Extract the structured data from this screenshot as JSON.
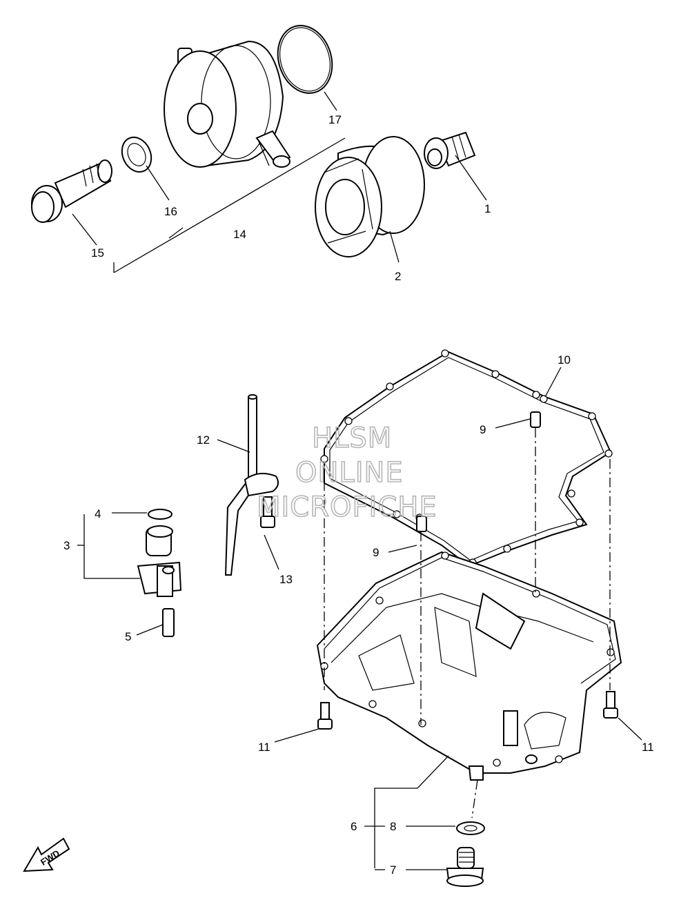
{
  "labels": {
    "p1": "1",
    "p2": "2",
    "p3": "3",
    "p4": "4",
    "p5": "5",
    "p6": "6",
    "p7": "7",
    "p8": "8",
    "p9a": "9",
    "p9b": "9",
    "p10": "10",
    "p11a": "11",
    "p11b": "11",
    "p12": "12",
    "p13": "13",
    "p14": "14",
    "p15": "15",
    "p16": "16",
    "p17": "17"
  },
  "watermark": {
    "line1": "HLSM",
    "line2": "ONLINE",
    "line3": "MICROFICHE"
  },
  "fwd_badge": "FWD"
}
